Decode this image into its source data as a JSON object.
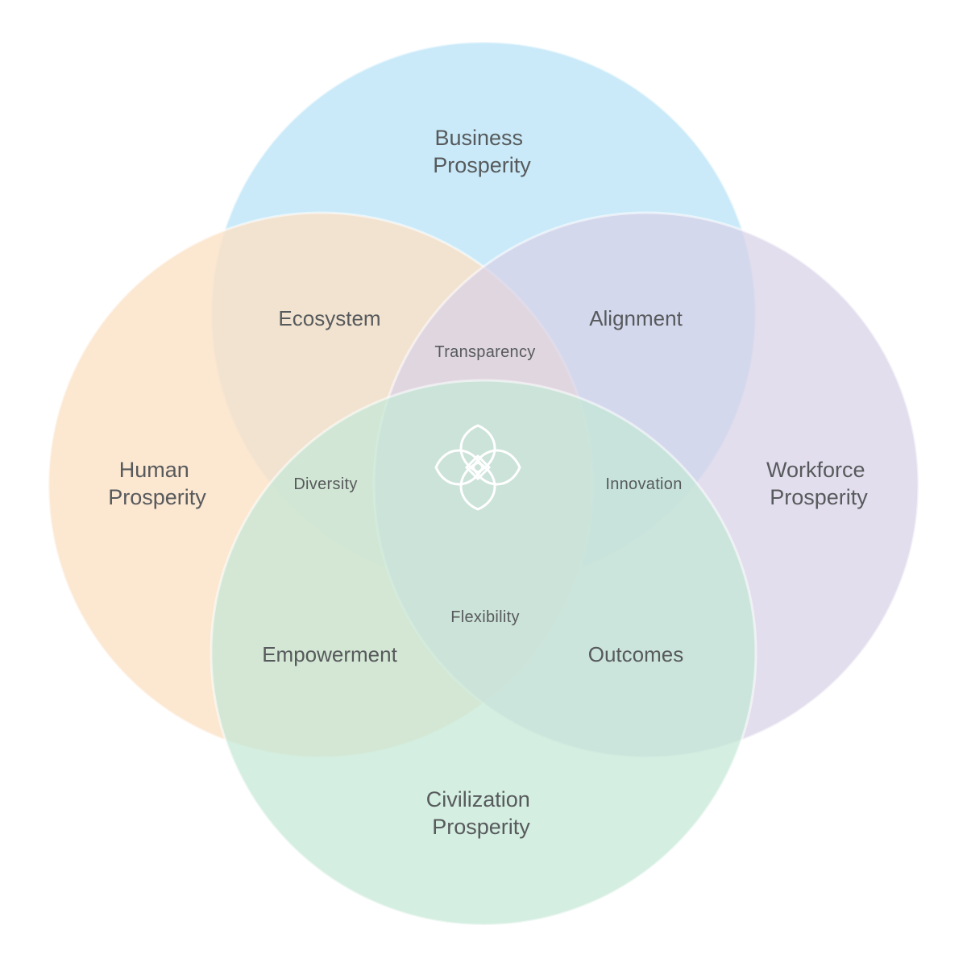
{
  "circles": [
    {
      "id": "business",
      "line1": "Business",
      "line2": "Prosperity",
      "color": "#c5e8f8",
      "opacity": 0.92
    },
    {
      "id": "human",
      "line1": "Human",
      "line2": "Prosperity",
      "color": "#fbe1c5",
      "opacity": 0.8
    },
    {
      "id": "workforce",
      "line1": "Workforce",
      "line2": "Prosperity",
      "color": "#d8d1e6",
      "opacity": 0.72
    },
    {
      "id": "civilization",
      "line1": "Civilization",
      "line2": "Prosperity",
      "color": "#c3e7d5",
      "opacity": 0.72
    }
  ],
  "overlaps": {
    "ecosystem": "Ecosystem",
    "alignment": "Alignment",
    "empowerment": "Empowerment",
    "outcomes": "Outcomes",
    "transparency": "Transparency",
    "diversity": "Diversity",
    "innovation": "Innovation",
    "flexibility": "Flexibility"
  },
  "center_icon": "flower-logo-icon"
}
